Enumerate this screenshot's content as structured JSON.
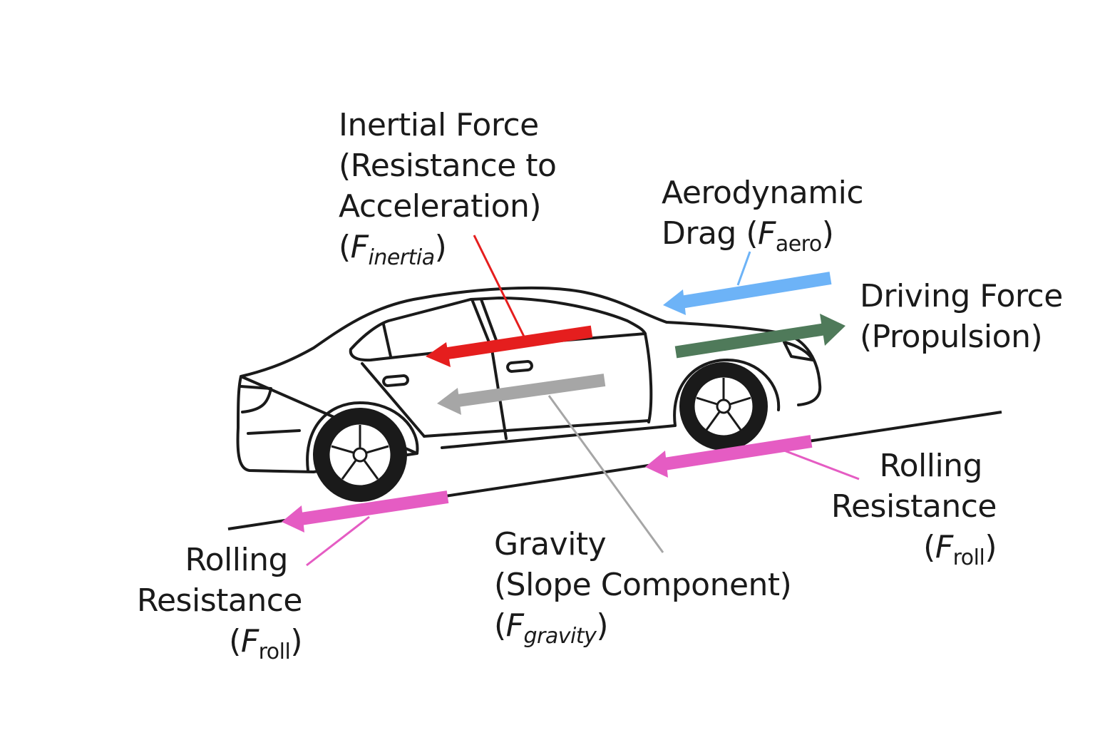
{
  "colors": {
    "inertia": "#e51e1e",
    "aero": "#6db3f7",
    "drive": "#4f7a5a",
    "gravity": "#a6a6a6",
    "rolling": "#e55cc3",
    "leader_inertia": "#e51e1e",
    "leader_aero": "#6db3f7",
    "leader_gravity": "#a6a6a6",
    "leader_rolling": "#e55cc3",
    "outline": "#1a1a1a"
  },
  "labels": {
    "inertia": {
      "line1": "Inertial Force",
      "line2": "(Resistance to",
      "line3": "Acceleration)",
      "open": "(",
      "symbol": "F",
      "subscript": "inertia",
      "close": ")"
    },
    "aero": {
      "line1": "Aerodynamic",
      "line2_prefix": "Drag (",
      "symbol": "F",
      "subscript": "aero",
      "close": ")"
    },
    "drive": {
      "line1": "Driving Force",
      "line2": "(Propulsion)"
    },
    "rolling_right": {
      "line1": "Rolling",
      "line2": "Resistance",
      "open": "(",
      "symbol": "F",
      "subscript": "roll",
      "close": ")"
    },
    "rolling_left": {
      "line1": "Rolling",
      "line2": "Resistance",
      "open": "(",
      "symbol": "F",
      "subscript": "roll",
      "close": ")"
    },
    "gravity": {
      "line1": "Gravity",
      "line2": "(Slope Component)",
      "open": "(",
      "symbol": "F",
      "subscript": "gravity",
      "close": ")"
    }
  }
}
